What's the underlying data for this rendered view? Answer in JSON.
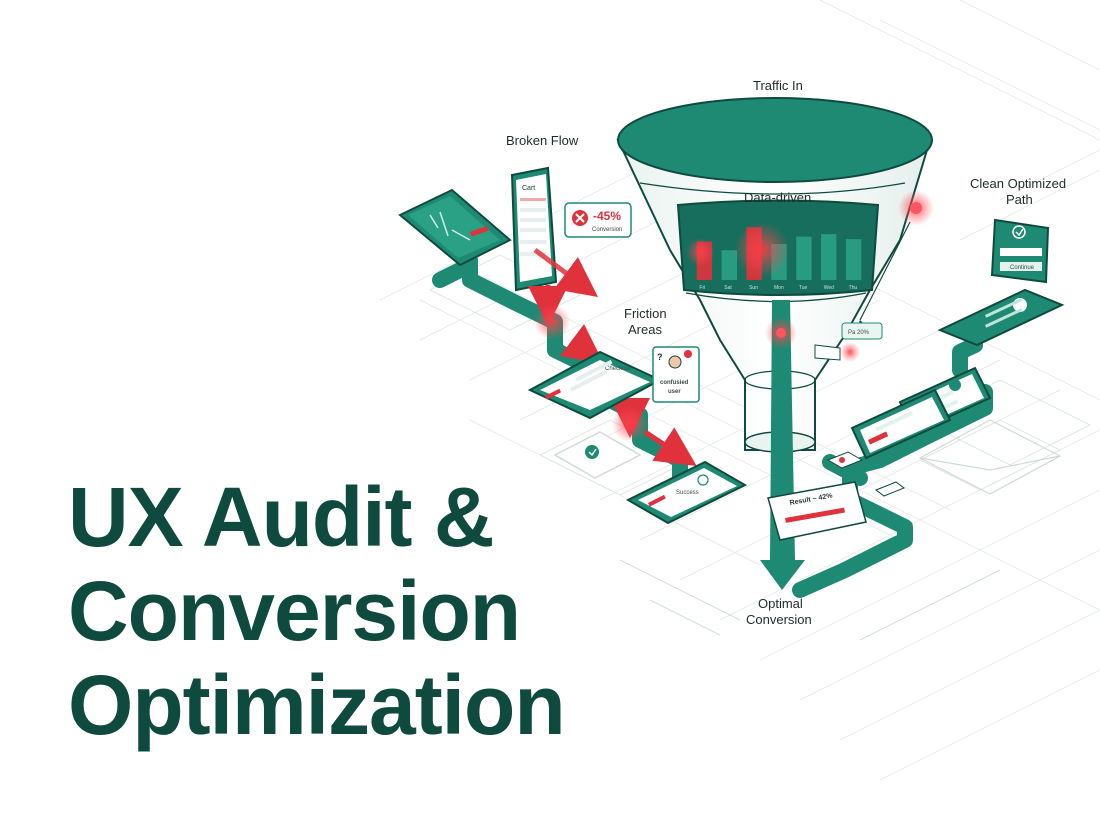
{
  "title": {
    "line1": "UX Audit &",
    "line2": "Conversion",
    "line3": "Optimization"
  },
  "labels": {
    "traffic_in": "Traffic In",
    "broken_flow": "Broken Flow",
    "data_driven": "Data-driven",
    "clean_path_1": "Clean Optimized",
    "clean_path_2": "Path",
    "friction_1": "Friction",
    "friction_2": "Areas",
    "optimal_1": "Optimal",
    "optimal_2": "Conversion"
  },
  "broken_phone": {
    "screen_title": "Cart"
  },
  "conversion_badge": {
    "value": "-45%",
    "caption": "Conversion"
  },
  "checkout_phone": {
    "label": "Checkout"
  },
  "success_phone": {
    "label": "Success"
  },
  "confused_user": {
    "line1": "confusied",
    "line2": "user"
  },
  "funnel_tag": {
    "text": "Pa 20%"
  },
  "result_card": {
    "text": "Result ~ 42%"
  },
  "clean_top_card": {
    "button": "Continue"
  },
  "chart_data": {
    "type": "bar",
    "categories": [
      "Fri",
      "Sat",
      "Sun",
      "Mon",
      "Tue",
      "Wed",
      "Thu"
    ],
    "values": [
      62,
      48,
      85,
      58,
      70,
      74,
      66
    ],
    "ylim": [
      0,
      100
    ]
  },
  "colors": {
    "primary": "#1e8a73",
    "dark": "#0f4a3f",
    "accent_red": "#e0323c",
    "light_mint": "#e3f2ee"
  },
  "icons": [
    "error-x-icon",
    "checkmark-icon",
    "question-icon",
    "envelope-icon",
    "user-icon"
  ]
}
